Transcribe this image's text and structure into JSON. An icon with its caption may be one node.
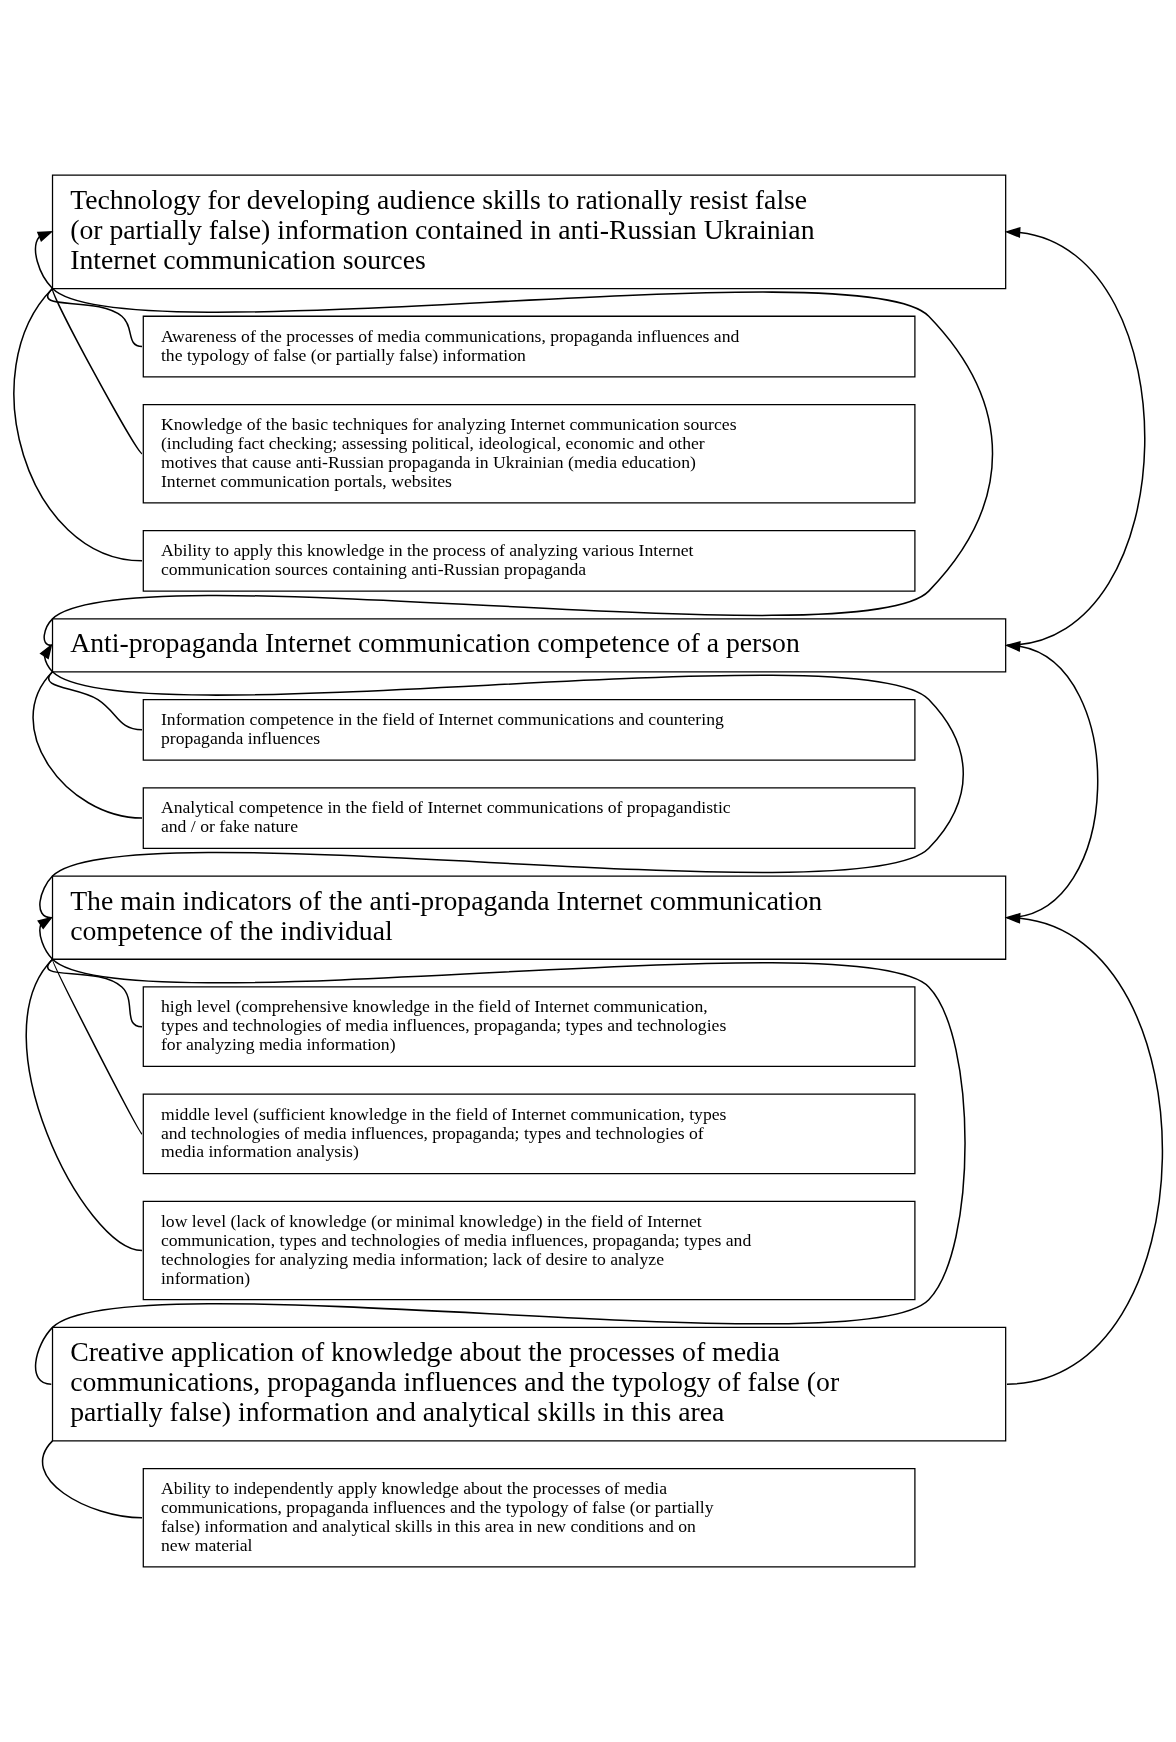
{
  "diagram": {
    "nodes": [
      {
        "text": [
          "Technology for developing audience skills to rationally resist false (or partially false) information contained in anti-Russian Ukrainian Internet communication sources"
        ]
      },
      {
        "text": [
          "Awareness of the processes of media communications, propaganda influences and the typology of false (or partially false) information"
        ]
      },
      {
        "text": [
          "Knowledge of the basic techniques for analyzing Internet communication sources (including fact checking; assessing political, ideological, economic and other motives that cause anti-Russian propaganda in Ukrainian (media education) Internet communication portals, websites"
        ]
      },
      {
        "text": [
          "Ability to apply this knowledge in the process of analyzing various Internet communication sources containing anti-Russian propaganda"
        ]
      },
      {
        "text": [
          "Anti-propaganda Internet communication competence of a person"
        ]
      },
      {
        "text": [
          "Information competence in the field of Internet communications and countering propaganda influences"
        ]
      },
      {
        "text": [
          "Analytical competence in the field of Internet communications of propagandistic and / or fake nature"
        ]
      },
      {
        "text": [
          "The main indicators of the anti-propaganda Internet communication competence of the individual"
        ]
      },
      {
        "text": [
          "high level (comprehensive knowledge in the field of Internet communication, types and technologies of media influences, propaganda; types and technologies for analyzing media information)"
        ]
      },
      {
        "text": [
          "middle level (sufficient knowledge in the field of Internet communication, types and technologies of media influences, propaganda; types and technologies of media information analysis)"
        ]
      },
      {
        "text": [
          "low level (lack of knowledge (or minimal knowledge) in the field of Internet communication, types and technologies of media influences, propaganda; types and technologies for analyzing media information; lack of desire to analyze information)"
        ]
      },
      {
        "text": [
          "Creative application of knowledge about the processes of media communications, propaganda influences and the typology of false (or partially false) information and analytical skills in this area"
        ]
      },
      {
        "text": [
          "Ability to independently apply knowledge about the processes of media communications, propaganda influences and the typology of false (or partially false) information and analytical skills in this area in new conditions and on new material"
        ]
      }
    ],
    "edges": [
      {
        "from": 0,
        "to": 1,
        "arrow": "none"
      },
      {
        "from": 0,
        "to": 2,
        "arrow": "none"
      },
      {
        "from": 0,
        "to": 3,
        "arrow": "none"
      },
      {
        "from": 4,
        "to": 0,
        "arrow": "to"
      },
      {
        "from": 4,
        "to": 0,
        "arrow": "to"
      },
      {
        "from": 4,
        "to": 5,
        "arrow": "none"
      },
      {
        "from": 4,
        "to": 6,
        "arrow": "none"
      },
      {
        "from": 7,
        "to": 4,
        "arrow": "to"
      },
      {
        "from": 7,
        "to": 4,
        "arrow": "to"
      },
      {
        "from": 7,
        "to": 8,
        "arrow": "none"
      },
      {
        "from": 7,
        "to": 9,
        "arrow": "none"
      },
      {
        "from": 7,
        "to": 10,
        "arrow": "none"
      },
      {
        "from": 11,
        "to": 7,
        "arrow": "to"
      },
      {
        "from": 11,
        "to": 7,
        "arrow": "to"
      },
      {
        "from": 11,
        "to": 12,
        "arrow": "none"
      }
    ]
  }
}
